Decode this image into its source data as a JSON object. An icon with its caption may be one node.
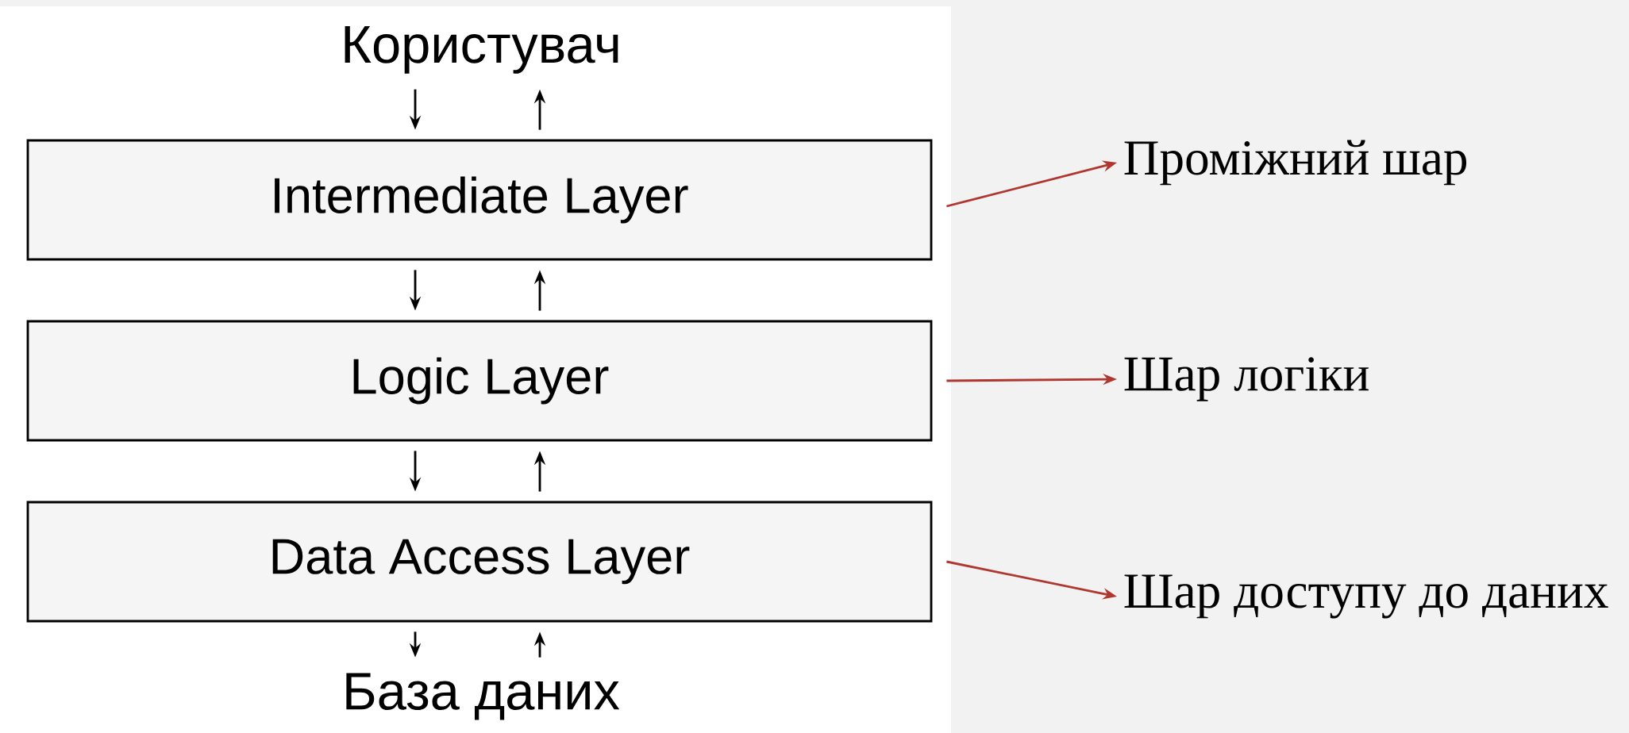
{
  "diagram": {
    "nodes": [
      {
        "text": [
          "Користувач"
        ]
      },
      {
        "text": [
          "Intermediate Layer"
        ]
      },
      {
        "text": [
          "Logic Layer"
        ]
      },
      {
        "text": [
          "Data Access Layer"
        ]
      },
      {
        "text": [
          "База даних"
        ]
      },
      {
        "text": [
          "Проміжний шар"
        ]
      },
      {
        "text": [
          "Шар логіки"
        ]
      },
      {
        "text": [
          "Шар доступу до даних"
        ]
      }
    ],
    "edges": [
      {
        "from": 0,
        "to": 1,
        "arrow": "to"
      },
      {
        "from": 1,
        "to": 0,
        "arrow": "to"
      },
      {
        "from": 1,
        "to": 2,
        "arrow": "to"
      },
      {
        "from": 2,
        "to": 1,
        "arrow": "to"
      },
      {
        "from": 2,
        "to": 3,
        "arrow": "to"
      },
      {
        "from": 3,
        "to": 2,
        "arrow": "to"
      },
      {
        "from": 3,
        "to": 4,
        "arrow": "to"
      },
      {
        "from": 4,
        "to": 3,
        "arrow": "to"
      },
      {
        "from": 1,
        "to": 5,
        "arrow": "to",
        "color": "#b0372f"
      },
      {
        "from": 2,
        "to": 6,
        "arrow": "to",
        "color": "#b0372f"
      },
      {
        "from": 3,
        "to": 7,
        "arrow": "to",
        "color": "#b0372f"
      }
    ]
  }
}
